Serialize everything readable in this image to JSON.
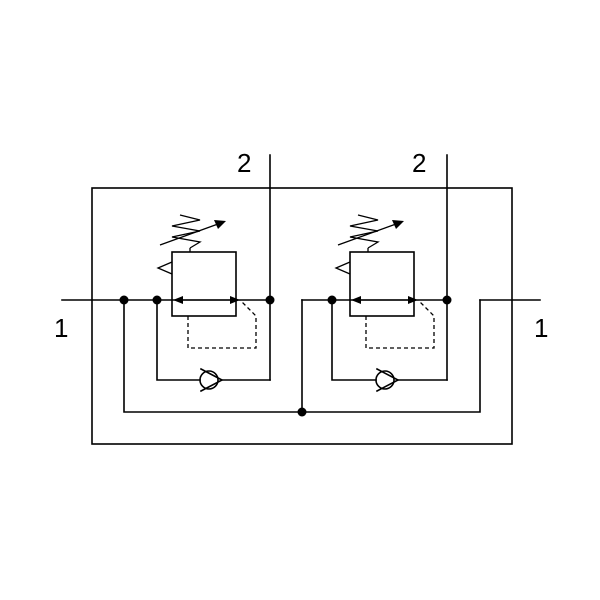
{
  "diagram": {
    "ports": {
      "inlet_left": "1",
      "outlet_left": "2",
      "outlet_right": "2",
      "inlet_right": "1"
    },
    "colors": {
      "line": "#000000",
      "background": "#ffffff"
    }
  }
}
